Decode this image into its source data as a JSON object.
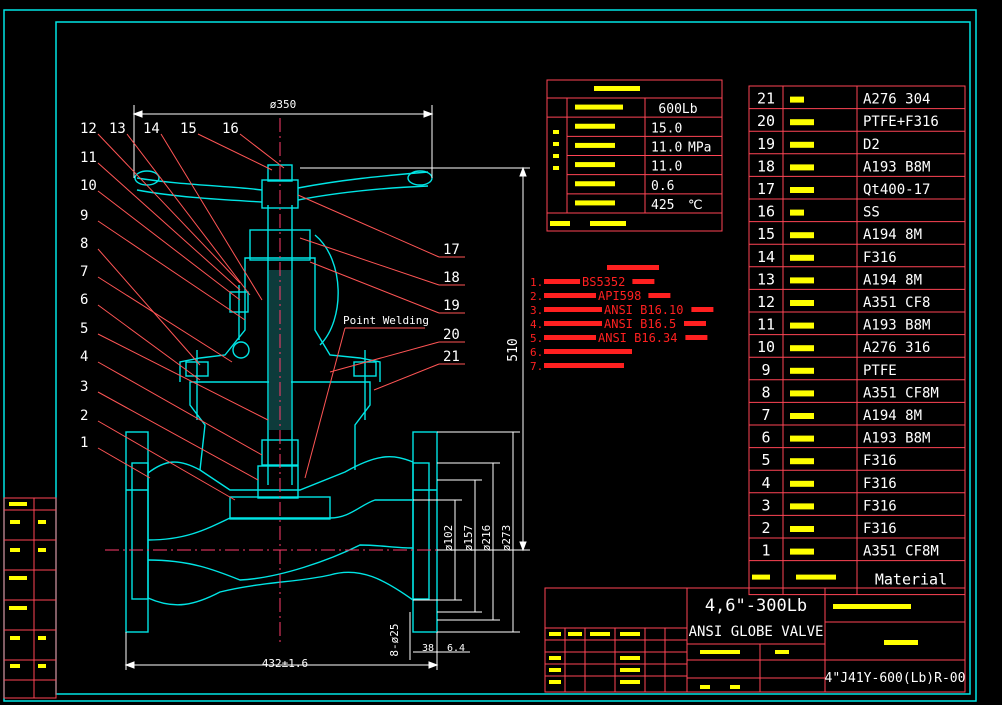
{
  "colors": {
    "background": "#000000",
    "border": "#00e5e5",
    "geometry": "#00e5e5",
    "center_line": "#ff3b6b",
    "dimension": "#ffffff",
    "leader": "#ff5555",
    "table_line": "#ff4455",
    "value_text": "#ffffff",
    "chinese_text": "#ffff00",
    "tech_text": "#ff2020",
    "title_text": "#ffffff",
    "callout_number": "#ffffff"
  },
  "title_block": {
    "name": "4,6\"-300Lb",
    "subtitle": "ANSI GLOBE VALVE",
    "drawing_number": "4\"J41Y-600(Lb)R-00"
  },
  "dimensions": {
    "handwheel_dia": "ø350",
    "height": "510",
    "bore": "ø102",
    "raised_face": "ø157",
    "bolt_circle": "ø216",
    "flange_od": "ø273",
    "face_to_face": "432±1.6",
    "bolt_holes": "8-ø25",
    "flange_thickness": "38",
    "rf_height": "6.4"
  },
  "annotation": {
    "point_welding": "Point Welding"
  },
  "performance_table": {
    "rows": [
      {
        "value": "600Lb",
        "unit": ""
      },
      {
        "value": "15.0",
        "unit": ""
      },
      {
        "value": "11.0",
        "unit": "MPa"
      },
      {
        "value": "11.0",
        "unit": ""
      },
      {
        "value": "0.6",
        "unit": ""
      },
      {
        "value": "425",
        "unit": "℃"
      }
    ]
  },
  "tech_requirements": [
    {
      "num": "1.",
      "text": "BS5352"
    },
    {
      "num": "2.",
      "text": "API598"
    },
    {
      "num": "3.",
      "text": "ANSI B16.10"
    },
    {
      "num": "4.",
      "text": "ANSI B16.5"
    },
    {
      "num": "5.",
      "text": "ANSI B16.34"
    },
    {
      "num": "6.",
      "text": ""
    },
    {
      "num": "7.",
      "text": ""
    }
  ],
  "callouts_left": [
    "1",
    "2",
    "3",
    "4",
    "5",
    "6",
    "7",
    "8",
    "9",
    "10",
    "11",
    "12",
    "13",
    "14",
    "15",
    "16"
  ],
  "callouts_right": [
    "17",
    "18",
    "19",
    "20",
    "21"
  ],
  "parts_list": {
    "header_material": "Material",
    "items": [
      {
        "no": "21",
        "material": "A276 304"
      },
      {
        "no": "20",
        "material": "PTFE+F316"
      },
      {
        "no": "19",
        "material": "D2"
      },
      {
        "no": "18",
        "material": "A193 B8M"
      },
      {
        "no": "17",
        "material": "Qt400-17"
      },
      {
        "no": "16",
        "material": "SS"
      },
      {
        "no": "15",
        "material": "A194 8M"
      },
      {
        "no": "14",
        "material": "F316"
      },
      {
        "no": "13",
        "material": "A194 8M"
      },
      {
        "no": "12",
        "material": "A351 CF8"
      },
      {
        "no": "11",
        "material": "A193 B8M"
      },
      {
        "no": "10",
        "material": "A276 316"
      },
      {
        "no": "9",
        "material": "PTFE"
      },
      {
        "no": "8",
        "material": "A351 CF8M"
      },
      {
        "no": "7",
        "material": "A194 8M"
      },
      {
        "no": "6",
        "material": "A193 B8M"
      },
      {
        "no": "5",
        "material": "F316"
      },
      {
        "no": "4",
        "material": "F316"
      },
      {
        "no": "3",
        "material": "F316"
      },
      {
        "no": "2",
        "material": "F316"
      },
      {
        "no": "1",
        "material": "A351 CF8M"
      }
    ]
  }
}
